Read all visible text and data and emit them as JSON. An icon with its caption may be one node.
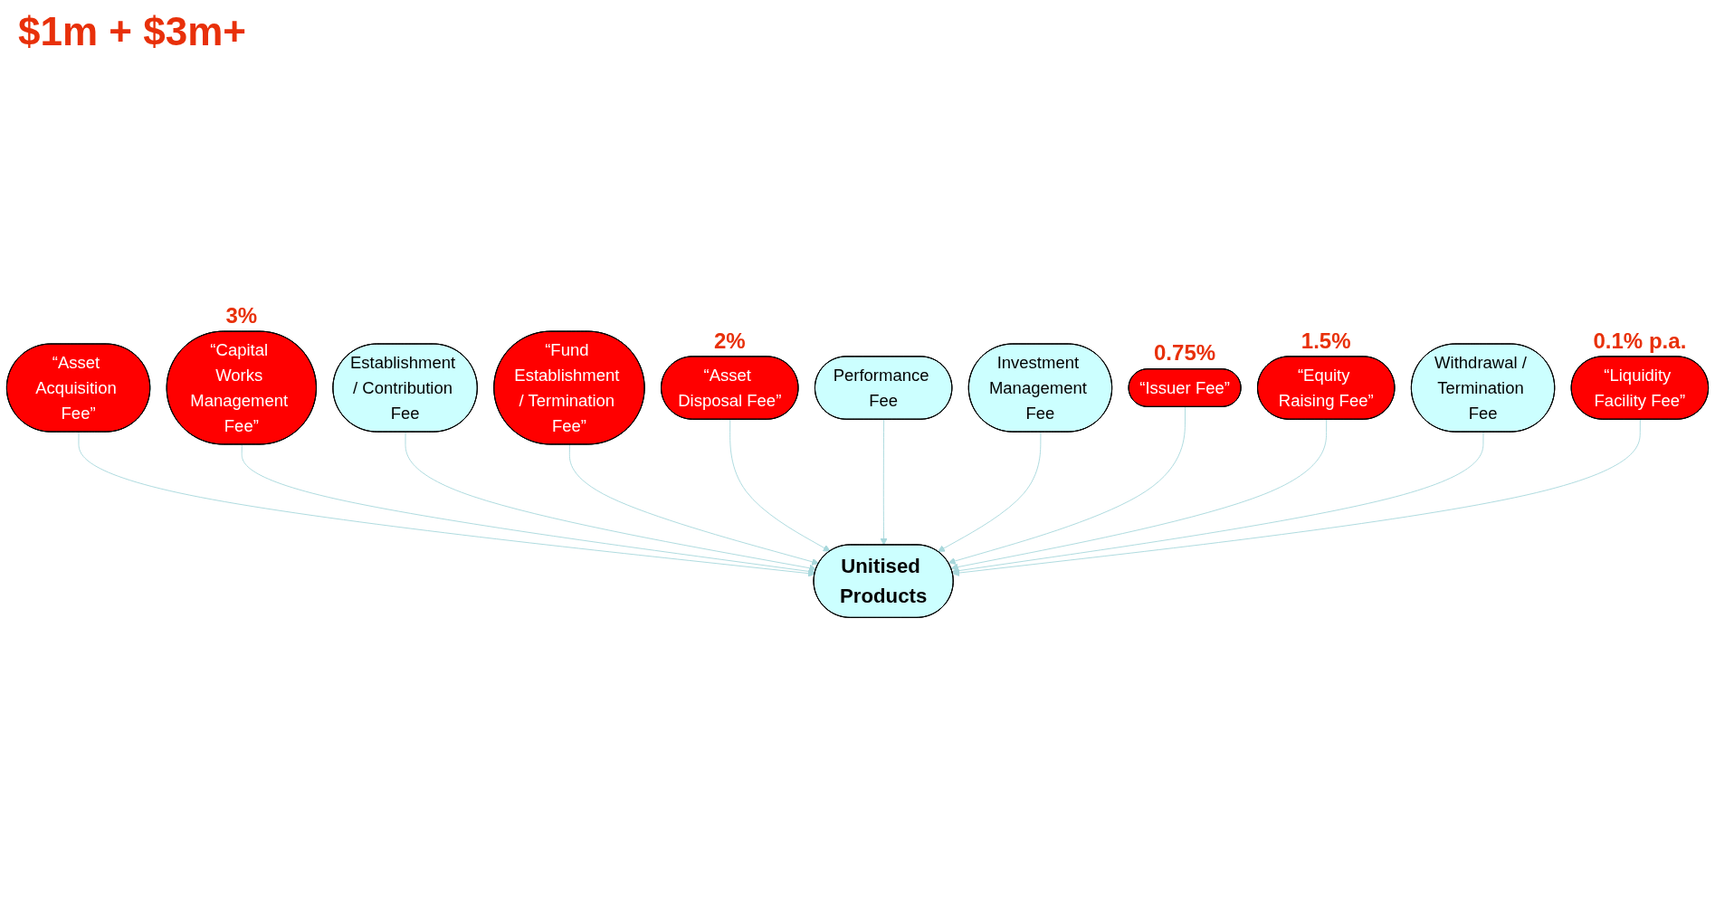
{
  "diagram": {
    "nodes": [
      {
        "text": [
          "“Asset Acquisition Fee”"
        ]
      },
      {
        "text": [
          "“Capital Works Management Fee”"
        ],
        "beside": [
          "3%"
        ]
      },
      {
        "text": [
          "Establishment / Contribution Fee"
        ]
      },
      {
        "text": [
          "“Fund Establishment / Termination Fee”"
        ]
      },
      {
        "text": [
          "“Asset Disposal Fee”"
        ],
        "beside": [
          "2%"
        ]
      },
      {
        "text": [
          "Performance Fee"
        ]
      },
      {
        "text": [
          "Unitised Products"
        ]
      },
      {
        "text": [
          "Investment Management Fee"
        ]
      },
      {
        "text": [
          "“Issuer Fee”"
        ],
        "beside": [
          "0.75%"
        ]
      },
      {
        "text": [
          "“Equity Raising Fee”"
        ],
        "beside": [
          "1.5%"
        ]
      },
      {
        "text": [
          "Withdrawal / Termination Fee"
        ]
      },
      {
        "text": [
          "“Liquidity Facility Fee”"
        ],
        "beside": [
          "0.1% p.a."
        ]
      }
    ],
    "edges": [
      {
        "from": 0,
        "to": 6,
        "arrow": "to"
      },
      {
        "from": 1,
        "to": 6,
        "arrow": "to"
      },
      {
        "from": 2,
        "to": 6,
        "arrow": "to"
      },
      {
        "from": 3,
        "to": 6,
        "arrow": "to"
      },
      {
        "from": 4,
        "to": 6,
        "arrow": "to"
      },
      {
        "from": 5,
        "to": 6,
        "arrow": "to"
      },
      {
        "from": 7,
        "to": 6,
        "arrow": "to"
      },
      {
        "from": 8,
        "to": 6,
        "arrow": "to"
      },
      {
        "from": 9,
        "to": 6,
        "arrow": "to"
      },
      {
        "from": 10,
        "to": 6,
        "arrow": "to"
      },
      {
        "from": 11,
        "to": 6,
        "arrow": "to"
      }
    ],
    "labels": [
      "$1m + $3m+"
    ]
  }
}
